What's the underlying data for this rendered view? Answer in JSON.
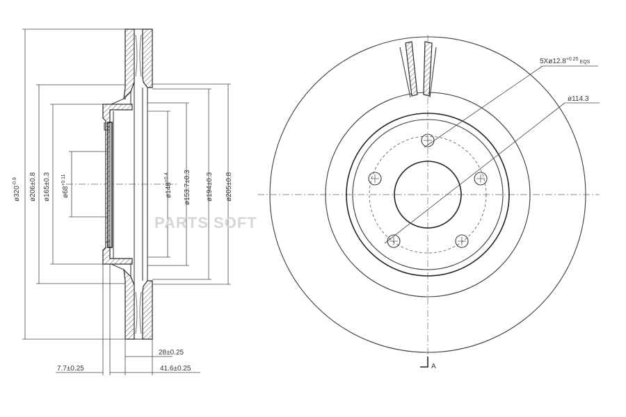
{
  "watermark": "PARTS SOFT",
  "side_view": {
    "dims": {
      "outer_diameter": "ø320",
      "outer_diameter_tol": "-0.8",
      "d206": "ø206±0.8",
      "d165": "ø165±0.3",
      "d68": "ø68",
      "d68_tol": "+0.11",
      "d148": "ø148",
      "d148_tol": "+0.4",
      "d153": "ø153.7±0.3",
      "d194": "ø194±0.3",
      "d205": "ø205±0.8",
      "thickness": "28±0.25",
      "hub_thickness": "7.7±0.25",
      "total_height": "41.6±0.25"
    }
  },
  "front_view": {
    "holes_label": "5Xø12.8",
    "holes_tol": "+0.25",
    "holes_suffix": "EQS",
    "pcd_label": "ø114.3",
    "section_label": "A"
  }
}
